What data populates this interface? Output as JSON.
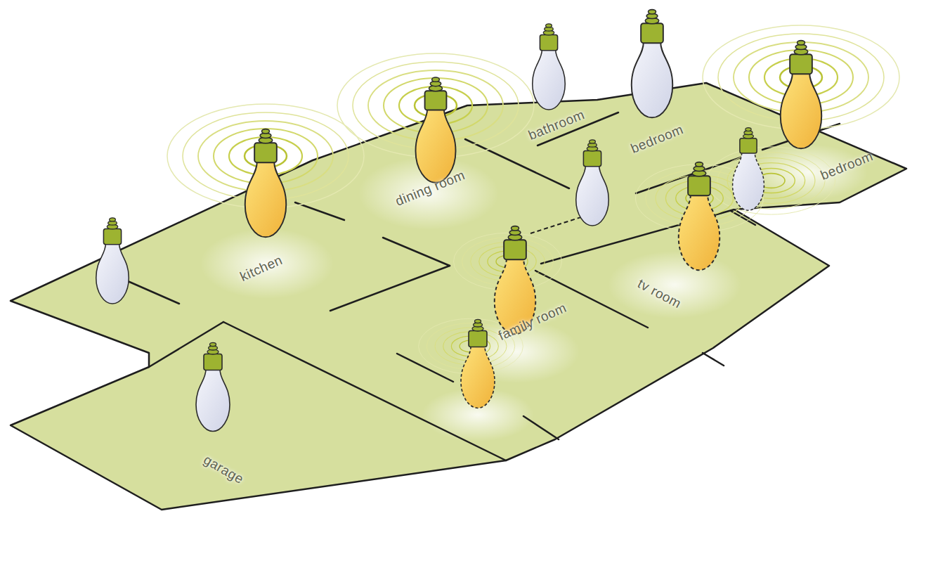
{
  "diagram": {
    "labels": [
      "bathroom",
      "bedroom",
      "bedroom",
      "kitchen",
      "dining room",
      "family room",
      "tv room",
      "garage"
    ]
  }
}
